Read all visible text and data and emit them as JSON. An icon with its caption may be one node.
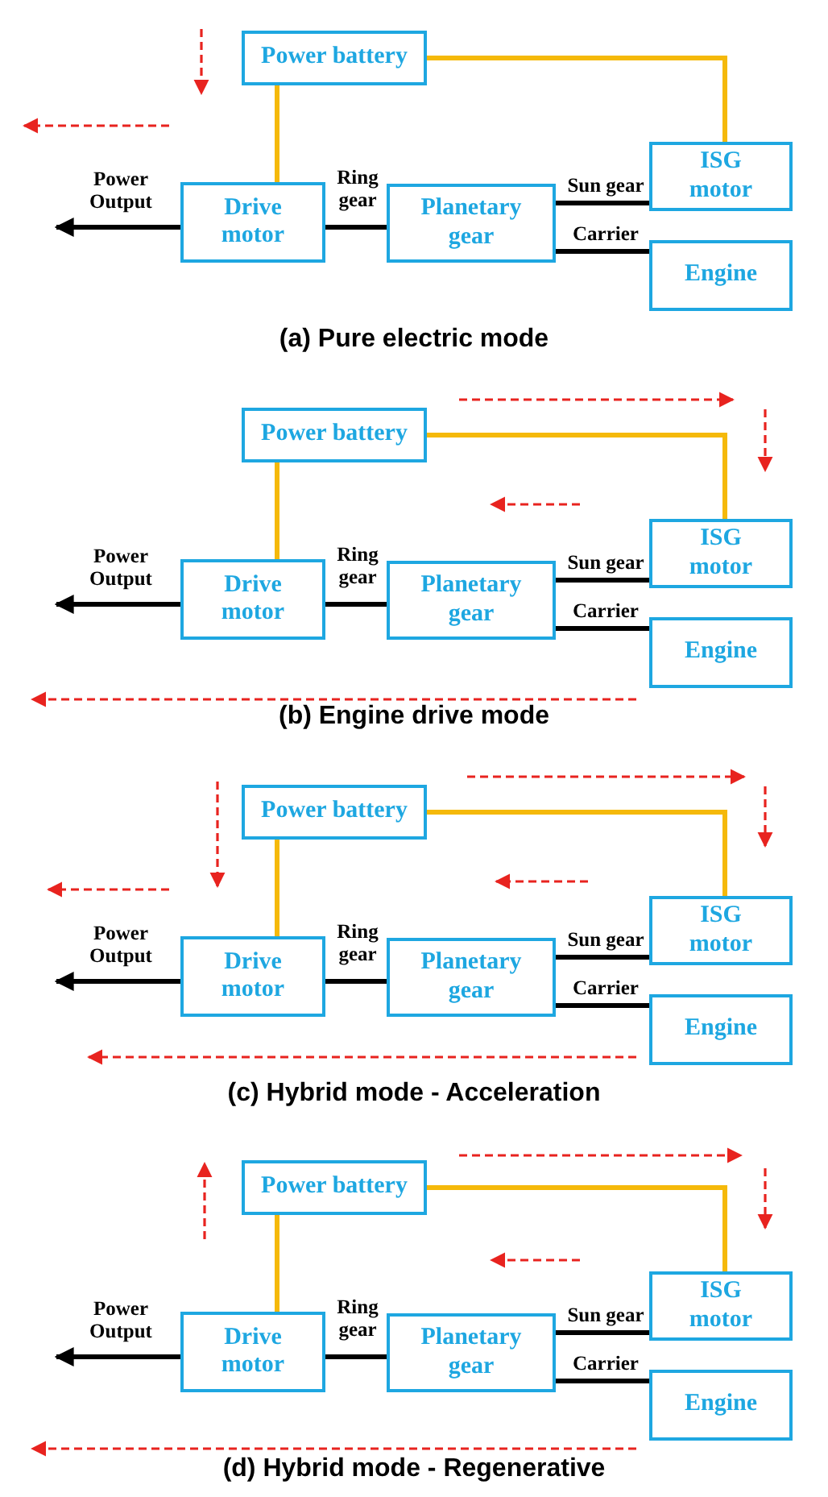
{
  "diagram": {
    "nodes": [
      {
        "text": [
          "Power battery"
        ]
      },
      {
        "text": [
          "ISG motor"
        ]
      },
      {
        "text": [
          "Drive motor"
        ]
      },
      {
        "text": [
          "Planetary gear"
        ]
      },
      {
        "text": [
          "Engine"
        ]
      },
      {
        "text": [
          "Power battery"
        ]
      },
      {
        "text": [
          "ISG motor"
        ]
      },
      {
        "text": [
          "Drive motor"
        ]
      },
      {
        "text": [
          "Planetary gear"
        ]
      },
      {
        "text": [
          "Engine"
        ]
      },
      {
        "text": [
          "Power battery"
        ]
      },
      {
        "text": [
          "ISG motor"
        ]
      },
      {
        "text": [
          "Drive motor"
        ]
      },
      {
        "text": [
          "Planetary gear"
        ]
      },
      {
        "text": [
          "Engine"
        ]
      },
      {
        "text": [
          "Power battery"
        ]
      },
      {
        "text": [
          "ISG motor"
        ]
      },
      {
        "text": [
          "Drive motor"
        ]
      },
      {
        "text": [
          "Planetary gear"
        ]
      },
      {
        "text": [
          "Engine"
        ]
      }
    ],
    "edges": [
      {
        "from": 0,
        "to": 2,
        "arrow": "none",
        "color": "#f5b90a"
      },
      {
        "from": 0,
        "to": 1,
        "arrow": "none",
        "color": "#f5b90a"
      },
      {
        "from": 2,
        "to": 3,
        "arrow": "none",
        "label": "Ring gear"
      },
      {
        "from": 3,
        "to": 1,
        "arrow": "none",
        "label": "Sun gear"
      },
      {
        "from": 3,
        "to": 4,
        "arrow": "none",
        "label": "Carrier"
      },
      {
        "from": 2,
        "to": null,
        "arrow": "to",
        "label": "Power Output"
      },
      {
        "from": 5,
        "to": 7,
        "arrow": "none",
        "color": "#f5b90a"
      },
      {
        "from": 5,
        "to": 6,
        "arrow": "none",
        "color": "#f5b90a"
      },
      {
        "from": 7,
        "to": 8,
        "arrow": "none",
        "label": "Ring gear"
      },
      {
        "from": 8,
        "to": 6,
        "arrow": "none",
        "label": "Sun gear"
      },
      {
        "from": 8,
        "to": 9,
        "arrow": "none",
        "label": "Carrier"
      },
      {
        "from": 7,
        "to": null,
        "arrow": "to",
        "label": "Power Output"
      },
      {
        "from": 10,
        "to": 12,
        "arrow": "none",
        "color": "#f5b90a"
      },
      {
        "from": 10,
        "to": 11,
        "arrow": "none",
        "color": "#f5b90a"
      },
      {
        "from": 12,
        "to": 13,
        "arrow": "none",
        "label": "Ring gear"
      },
      {
        "from": 13,
        "to": 11,
        "arrow": "none",
        "label": "Sun gear"
      },
      {
        "from": 13,
        "to": 14,
        "arrow": "none",
        "label": "Carrier"
      },
      {
        "from": 12,
        "to": null,
        "arrow": "to",
        "label": "Power Output"
      },
      {
        "from": 15,
        "to": 17,
        "arrow": "none",
        "color": "#f5b90a"
      },
      {
        "from": 15,
        "to": 16,
        "arrow": "none",
        "color": "#f5b90a"
      },
      {
        "from": 17,
        "to": 18,
        "arrow": "none",
        "label": "Ring gear"
      },
      {
        "from": 18,
        "to": 16,
        "arrow": "none",
        "label": "Sun gear"
      },
      {
        "from": 18,
        "to": 19,
        "arrow": "none",
        "label": "Carrier"
      },
      {
        "from": 17,
        "to": null,
        "arrow": "to",
        "label": "Power Output"
      }
    ],
    "labels": [
      "(a) Pure electric mode",
      "(b) Engine drive mode",
      "(c) Hybrid mode - Acceleration",
      "(d) Hybrid mode - Regenerative"
    ]
  }
}
